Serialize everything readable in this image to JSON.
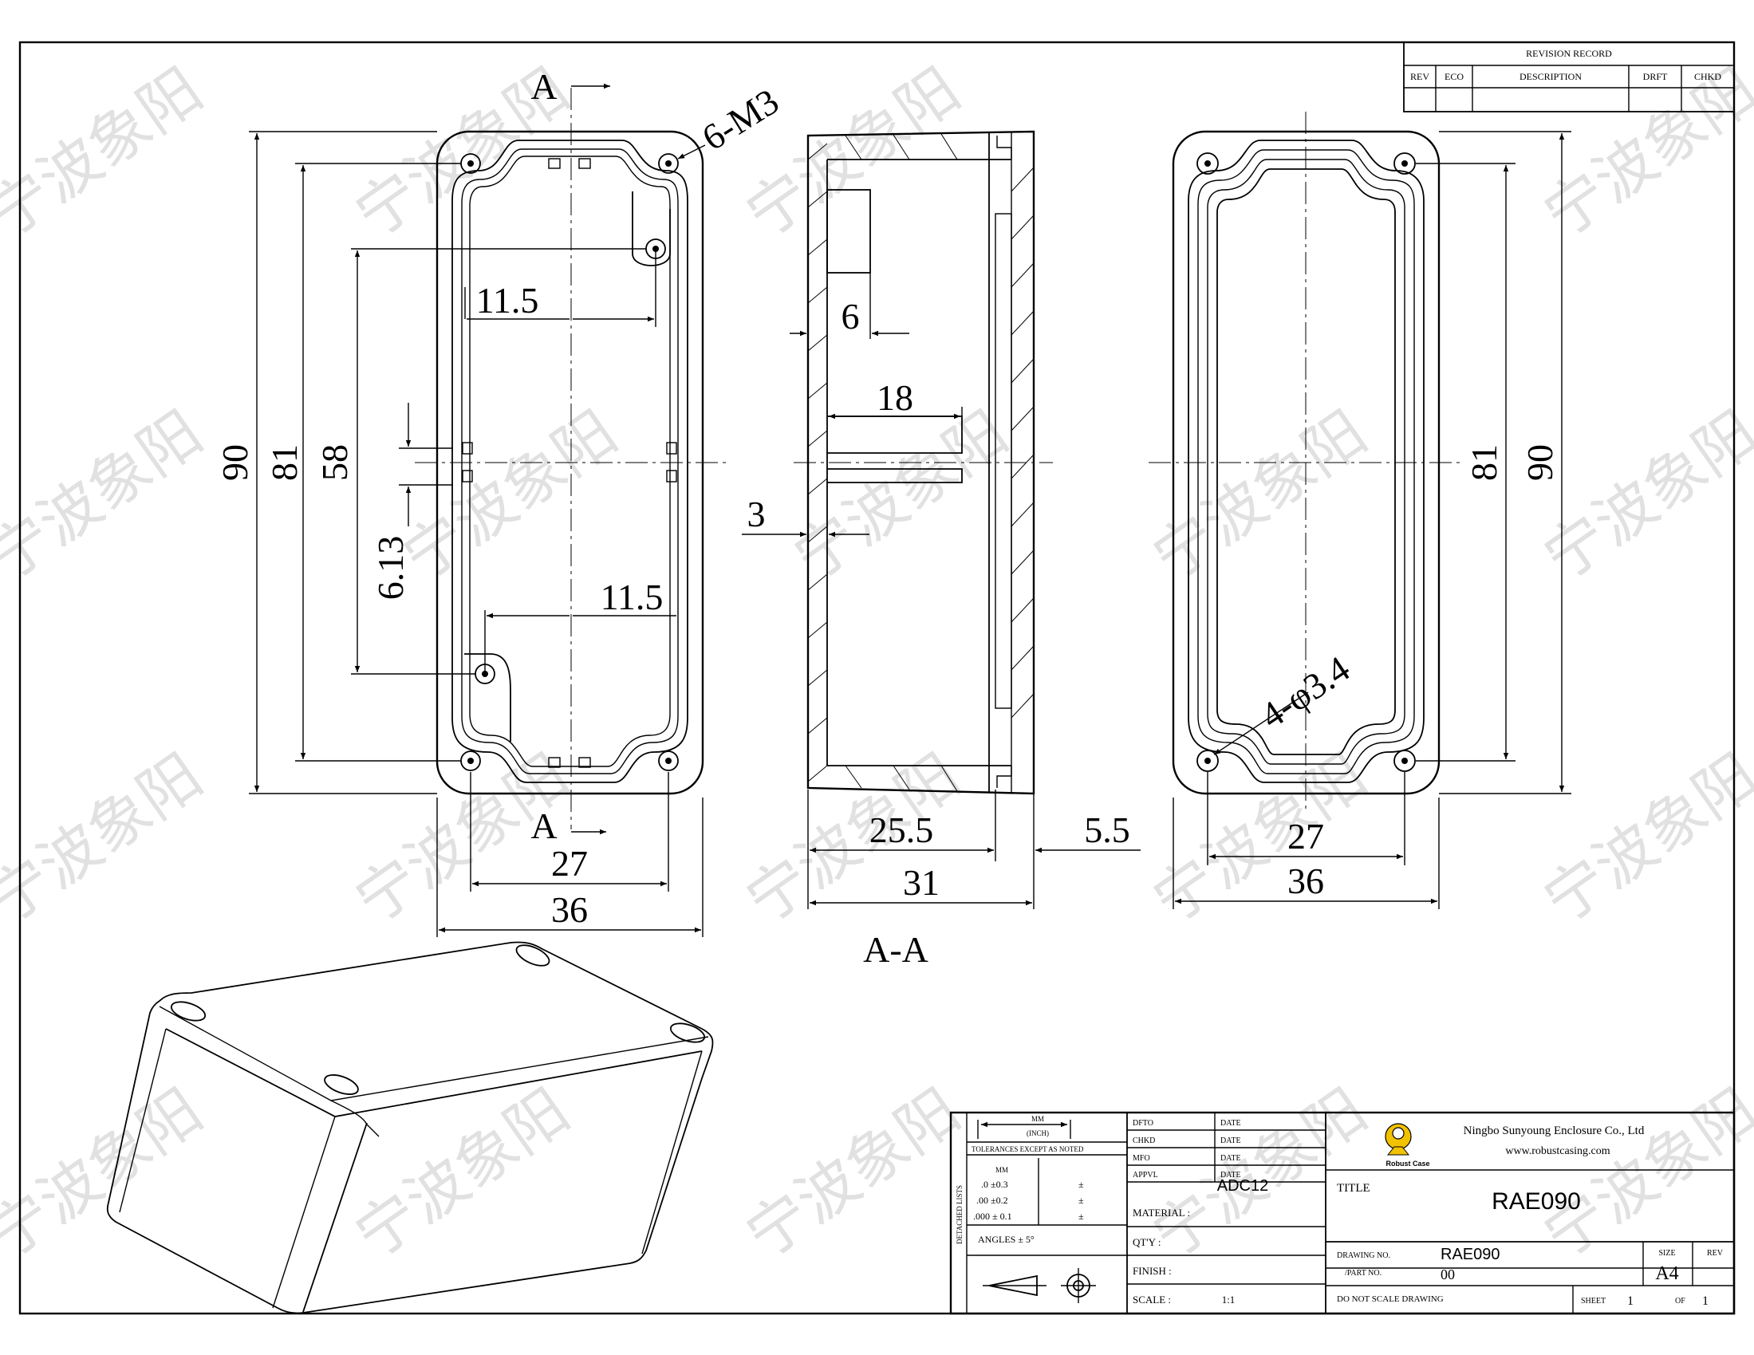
{
  "watermark": "宁波象阳",
  "revision_record": {
    "title": "REVISION RECORD",
    "columns": [
      "REV",
      "ECO",
      "DESCRIPTION",
      "DRFT",
      "CHKD"
    ]
  },
  "front_view": {
    "section_mark": "A",
    "thread_callout": "6-M3",
    "dims": {
      "height_overall": "90",
      "height_holes": "81",
      "height_bosses": "58",
      "offset": "6.13",
      "boss_top": "11.5",
      "boss_bottom": "11.5",
      "width_holes": "27",
      "width_overall": "36"
    }
  },
  "section_view": {
    "title": "A-A",
    "dims": {
      "wall_step": "6",
      "rib_length": "18",
      "wall": "3",
      "depth_inner": "25.5",
      "lid": "5.5",
      "depth_overall": "31"
    }
  },
  "back_view": {
    "hole_callout": "4-φ3.4",
    "dims": {
      "height_holes": "81",
      "height_overall": "90",
      "width_holes": "27",
      "width_overall": "36"
    }
  },
  "title_block": {
    "units_top": "MM",
    "units_bottom": "(INCH)",
    "tolerances_label": "TOLERANCES EXCEPT AS NOTED",
    "side_label": "DETACHED LISTS",
    "tolerance_header": "MM",
    "tolerances": [
      ".0 ±0.3",
      ".00 ±0.2",
      ".000 ± 0.1"
    ],
    "pm": [
      "±",
      "±",
      "±"
    ],
    "angles": "ANGLES ± 5°",
    "signoffs": [
      {
        "role": "DFTO",
        "date": "DATE"
      },
      {
        "role": "CHKD",
        "date": "DATE"
      },
      {
        "role": "MFO",
        "date": "DATE"
      },
      {
        "role": "APPVL",
        "date": "DATE"
      }
    ],
    "material_label": "MATERIAL :",
    "material_value": "ADC12",
    "qty_label": "QT'Y :",
    "finish_label": "FINISH :",
    "scale_label": "SCALE :",
    "scale_value": "1:1",
    "company": "Ningbo Sunyoung Enclosure Co., Ltd",
    "website": "www.robustcasing.com",
    "logo_text": "Robust Case",
    "title_label": "TITLE",
    "title_value": "RAE090",
    "drawing_no_label": "DRAWING NO.",
    "drawing_no_value": "RAE090",
    "part_no_label": "/PART NO.",
    "part_no_value": "00",
    "size_label": "SIZE",
    "size_value": "A4",
    "rev_label": "REV",
    "note": "DO NOT SCALE DRAWING",
    "sheet_label": "SHEET",
    "sheet_value": "1",
    "of_label": "OF",
    "of_value": "1"
  }
}
